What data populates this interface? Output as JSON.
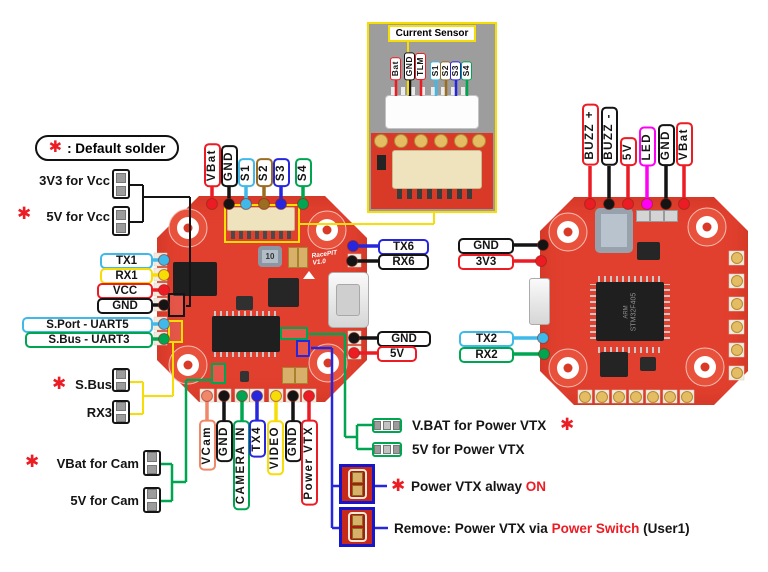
{
  "colors": {
    "red": "#ec1c24",
    "black": "#141414",
    "cyan": "#3fb9e9",
    "yellow": "#f7dd06",
    "brown": "#9a6d21",
    "blue": "#2726df",
    "green": "#00a551",
    "magenta": "#ff00f5",
    "salmon": "#f08768",
    "pcb_red": "#e2402f",
    "inset_bg": "#9d9d9d"
  },
  "legend": {
    "star": "✱",
    "default_solder": ": Default solder",
    "vcc_opt1": "3V3 for Vcc",
    "vcc_opt2": "5V for Vcc",
    "sbus_opt1": "S.Bus",
    "sbus_opt2": "RX3",
    "cam_opt1": "VBat for Cam",
    "cam_opt2": "5V for Cam"
  },
  "left_board": {
    "silkscreen_line1": "RacePIT",
    "silkscreen_line2": "V1.0",
    "inductor_text": "10",
    "top_pins": [
      {
        "label": "VBat",
        "color": "red"
      },
      {
        "label": "GND",
        "color": "black"
      },
      {
        "label": "S1",
        "color": "cyan"
      },
      {
        "label": "S2",
        "color": "brown"
      },
      {
        "label": "S3",
        "color": "blue"
      },
      {
        "label": "S4",
        "color": "green"
      }
    ],
    "left_pins": [
      {
        "label": "TX1",
        "color": "cyan"
      },
      {
        "label": "RX1",
        "color": "yellow"
      },
      {
        "label": "VCC",
        "color": "red"
      },
      {
        "label": "GND",
        "color": "black"
      },
      {
        "label": "S.Port - UART5",
        "color": "cyan"
      },
      {
        "label": "S.Bus - UART3",
        "color": "green"
      }
    ],
    "right_pins": [
      {
        "label": "TX6",
        "color": "blue"
      },
      {
        "label": "RX6",
        "color": "black"
      },
      {
        "label": "GND",
        "color": "black"
      },
      {
        "label": "5V",
        "color": "red"
      }
    ],
    "bottom_pins": [
      {
        "label": "VCam",
        "color": "salmon"
      },
      {
        "label": "GND",
        "color": "black"
      },
      {
        "label": "CAMERA IN",
        "color": "green"
      },
      {
        "label": "TX4",
        "color": "blue"
      },
      {
        "label": "VIDEO",
        "color": "yellow"
      },
      {
        "label": "GND",
        "color": "black"
      },
      {
        "label": "Power VTX",
        "color": "red"
      }
    ]
  },
  "current_sensor": {
    "title": "Current Sensor",
    "pins": [
      {
        "label": "Bat",
        "color": "red"
      },
      {
        "label": "GND",
        "color": "black"
      },
      {
        "label": "TLM",
        "color": "red"
      },
      {
        "label": "S1",
        "color": "cyan"
      },
      {
        "label": "S2",
        "color": "brown"
      },
      {
        "label": "S3",
        "color": "blue"
      },
      {
        "label": "S4",
        "color": "green"
      }
    ]
  },
  "right_board": {
    "chip_line1": "ARM",
    "chip_line2": "STM32F405",
    "top_pins": [
      {
        "label": "BUZZ +",
        "color": "red"
      },
      {
        "label": "BUZZ -",
        "color": "black"
      },
      {
        "label": "5V",
        "color": "red"
      },
      {
        "label": "LED",
        "color": "magenta"
      },
      {
        "label": "GND",
        "color": "black"
      },
      {
        "label": "VBat",
        "color": "red"
      }
    ],
    "left_pins": [
      {
        "label": "GND",
        "color": "black"
      },
      {
        "label": "3V3",
        "color": "red"
      },
      {
        "label": "TX2",
        "color": "cyan"
      },
      {
        "label": "RX2",
        "color": "green"
      }
    ]
  },
  "vtx": {
    "star": "✱",
    "vbat_label": "V.BAT for Power VTX",
    "five_v_label": "5V for Power VTX",
    "always_pre": "Power VTX alway ",
    "always_red": "ON",
    "remove_pre": "Remove: Power VTX via ",
    "remove_red": "Power Switch",
    "remove_post": " (User1)"
  }
}
